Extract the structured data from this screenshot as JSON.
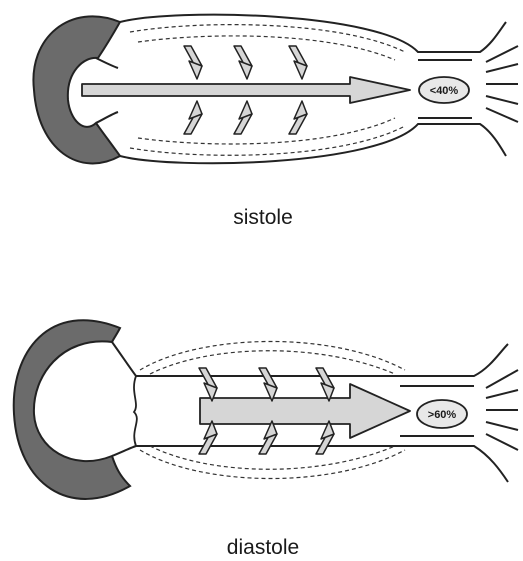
{
  "panels": [
    {
      "id": "systole",
      "caption": "sistole",
      "percent_label": "<40%"
    },
    {
      "id": "diastole",
      "caption": "diastole",
      "percent_label": ">60%"
    }
  ]
}
